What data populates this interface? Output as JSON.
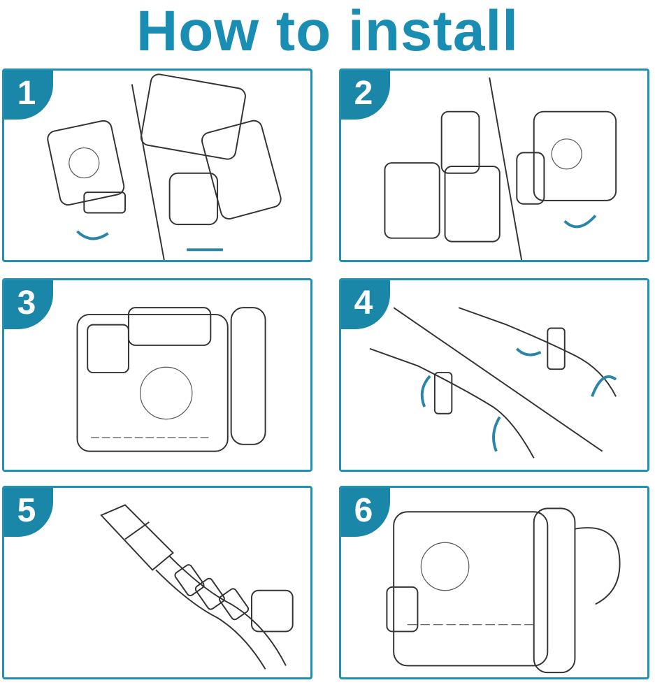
{
  "title": "How to install",
  "steps": [
    {
      "number": "1"
    },
    {
      "number": "2"
    },
    {
      "number": "3"
    },
    {
      "number": "4"
    },
    {
      "number": "5"
    },
    {
      "number": "6"
    }
  ],
  "colors": {
    "accent": "#1a8db3",
    "badge": "#1a86a8"
  }
}
